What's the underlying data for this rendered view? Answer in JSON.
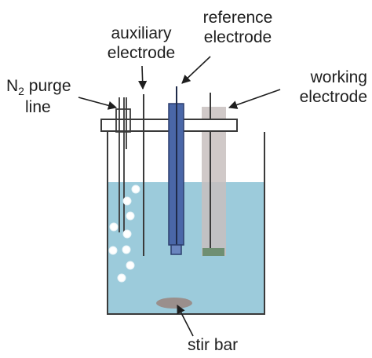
{
  "labels": {
    "purge": {
      "symbol": "N",
      "subscript": "2",
      "rest": " purge",
      "line2": "line"
    },
    "auxiliary": {
      "line1": "auxiliary",
      "line2": "electrode"
    },
    "reference": {
      "line1": "reference",
      "line2": "electrode"
    },
    "working": {
      "line1": "working",
      "line2": "electrode"
    },
    "stir_bar": "stir bar"
  },
  "colors": {
    "solution": "#9ccbdb",
    "headspace": "#ffffff",
    "outline": "#3a3a3a",
    "reference_electrode": "#4a67a8",
    "working_electrode_sheath": "#c8bfbe",
    "working_electrode_tip": "#6f8f72",
    "stir_bar": "#9a8f8c",
    "bubbles": "#ffffff",
    "arrows": "#1e1e1e"
  }
}
